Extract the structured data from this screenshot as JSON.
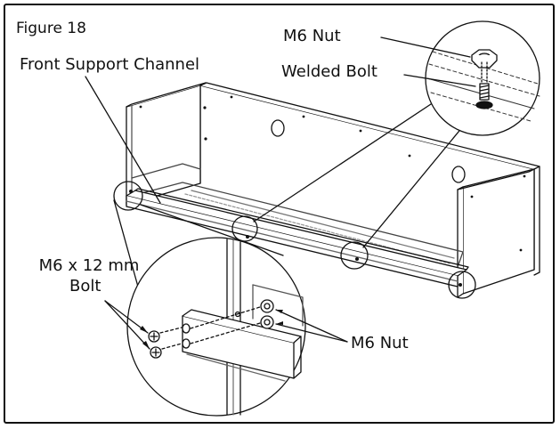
{
  "figure": {
    "title": "Figure 18"
  },
  "labels": {
    "front_support_channel": "Front Support Channel",
    "m6_nut_top": "M6 Nut",
    "welded_bolt": "Welded Bolt",
    "m6x12_line1": "M6 x 12 mm",
    "m6x12_line2": "Bolt",
    "m6_nut_bottom": "M6 Nut"
  },
  "colors": {
    "line": "#111111",
    "paper": "#ffffff",
    "shade": "#d6d6d6",
    "dark": "#333333"
  }
}
